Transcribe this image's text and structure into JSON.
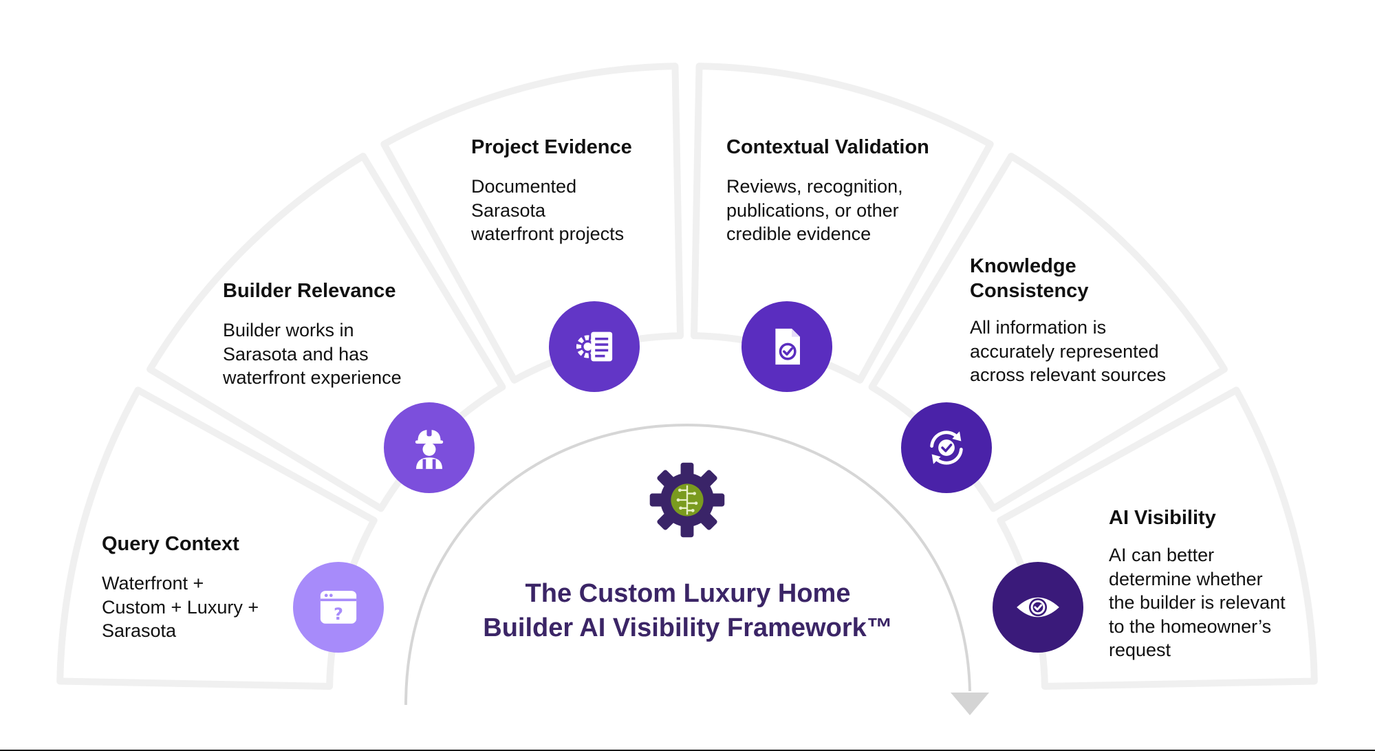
{
  "segments": [
    {
      "title": "Query Context",
      "description": "Waterfront +\nCustom + Luxury +\nSarasota",
      "icon": "browser-question-icon",
      "color": "#a78bfa"
    },
    {
      "title": "Builder Relevance",
      "description": "Builder works in\nSarasota and has\nwaterfront experience",
      "icon": "construction-worker-icon",
      "color": "#7c4fdc"
    },
    {
      "title": "Project Evidence",
      "description": "Documented\nSarasota\nwaterfront projects",
      "icon": "gear-document-icon",
      "color": "#6236c6"
    },
    {
      "title": "Contextual Validation",
      "description": "Reviews, recognition,\npublications, or other\ncredible evidence",
      "icon": "document-check-icon",
      "color": "#5a2dbf"
    },
    {
      "title": "Knowledge\nConsistency",
      "description": "All information is\naccurately represented\nacross relevant sources",
      "icon": "sync-check-icon",
      "color": "#4a22a8"
    },
    {
      "title": "AI Visibility",
      "description": "AI can better\ndetermine whether\nthe builder is relevant\nto the homeowner’s\nrequest",
      "icon": "eye-check-icon",
      "color": "#3a1a7a"
    }
  ],
  "center": {
    "title": "The Custom Luxury Home\nBuilder AI Visibility Framework™",
    "icon": "gear-brain-icon",
    "gear_color": "#3a2468",
    "brain_color": "#7a9b1f"
  }
}
